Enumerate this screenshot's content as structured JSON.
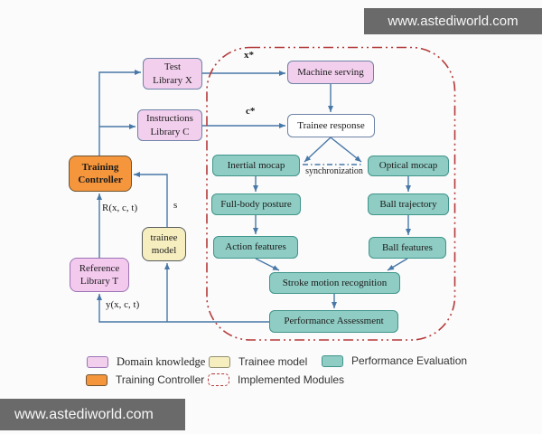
{
  "watermark": {
    "top": "www.astediworld.com",
    "bottom": "www.astediworld.com"
  },
  "nodes": {
    "test_library_x": "Test\nLibrary X",
    "instructions_library_c": "Instructions\nLibrary C",
    "training_controller": "Training\nController",
    "trainee_model": "trainee\nmodel",
    "reference_library_t": "Reference\nLibrary T",
    "machine_serving": "Machine serving",
    "trainee_response": "Trainee response",
    "inertial_mocap": "Inertial mocap",
    "optical_mocap": "Optical mocap",
    "full_body_posture": "Full-body posture",
    "ball_trajectory": "Ball trajectory",
    "action_features": "Action features",
    "ball_features": "Ball features",
    "stroke_motion_recognition": "Stroke motion recognition",
    "performance_assessment": "Performance Assessment"
  },
  "edge_labels": {
    "x_star": "x*",
    "c_star": "c*",
    "s": "s",
    "reward": "R(x, c, t)",
    "output": "y(x, c, t)",
    "sync": "synchronization"
  },
  "legend": {
    "items": [
      {
        "label": "Domain knowledge",
        "swatch": "pink"
      },
      {
        "label": "Trainee model",
        "swatch": "yellow"
      },
      {
        "label": "Performance Evaluation",
        "swatch": "teal"
      },
      {
        "label": "Training Controller",
        "swatch": "orange"
      },
      {
        "label": "Implemented Modules",
        "swatch": "dashed-red"
      }
    ]
  },
  "colors": {
    "domain_knowledge_fill": "#f3cfee",
    "trainee_model_fill": "#f7eec0",
    "performance_evaluation_fill": "#8fccc3",
    "training_controller_fill": "#f5953c",
    "implemented_modules_border": "#b43a3a",
    "connector_line": "#4878a8",
    "watermark_bar": "#6a6a6a"
  }
}
